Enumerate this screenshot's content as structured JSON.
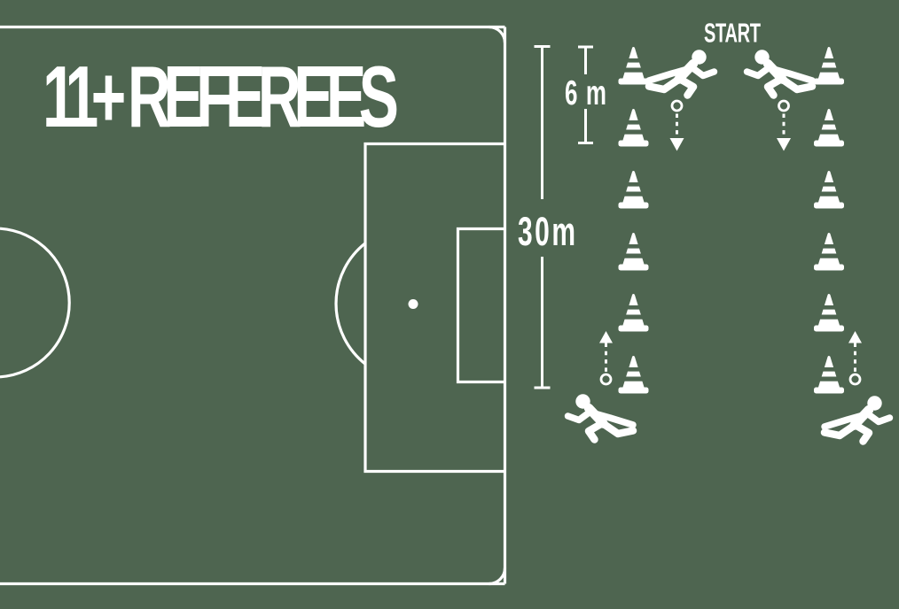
{
  "colors": {
    "background": "#4e6550",
    "foreground": "#ffffff"
  },
  "header": {
    "title": "11+ REFEREES"
  },
  "drill": {
    "start_label": "START",
    "total_distance_label": "30m",
    "cone_spacing_label": "6m",
    "cone_columns": 2,
    "cones_per_column": 6,
    "runner_count": 4,
    "icons": {
      "cone": "traffic-cone-icon",
      "runner": "running-person-icon",
      "arrow_down": "dashed-arrow-down-icon",
      "arrow_up": "dashed-arrow-up-icon"
    }
  }
}
